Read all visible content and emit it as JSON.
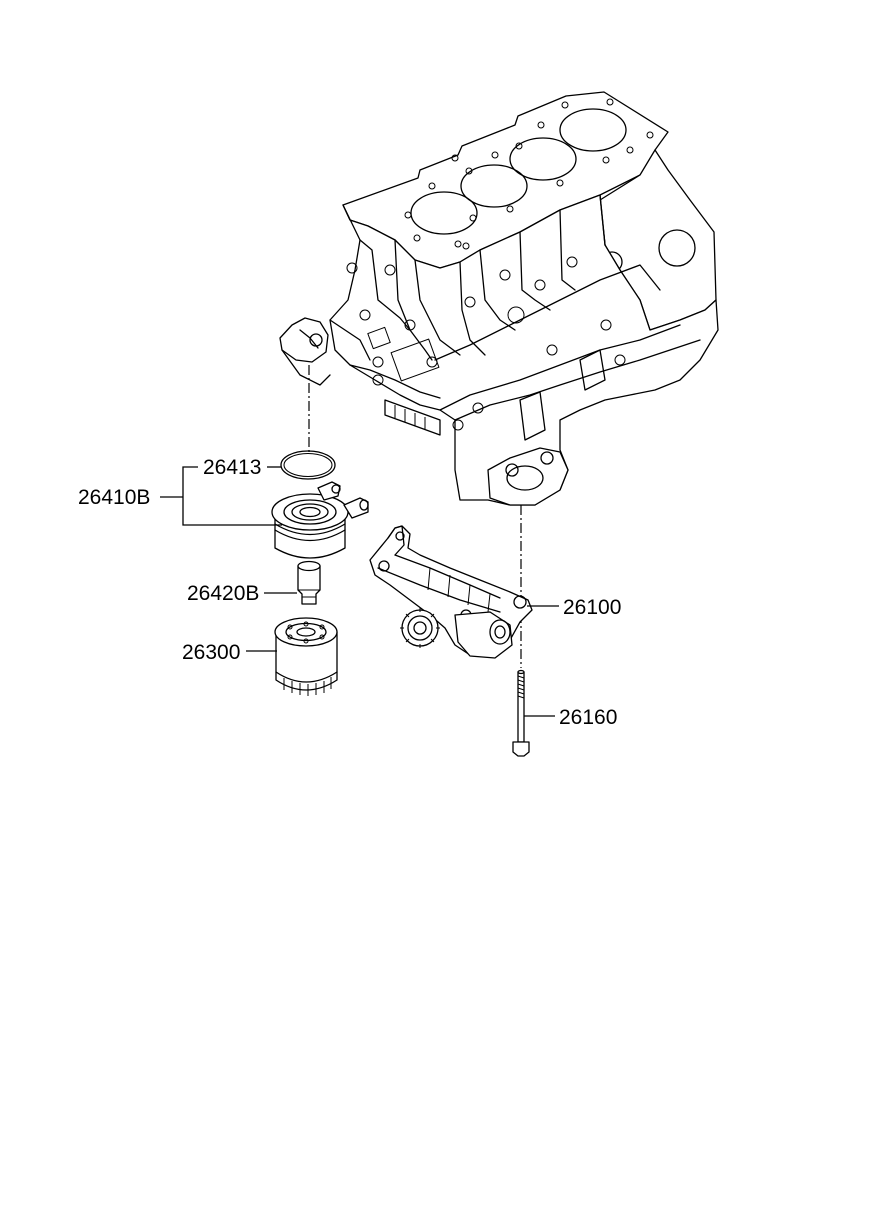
{
  "parts": {
    "gasket": {
      "number": "26413"
    },
    "cooler_assembly": {
      "number": "26410B"
    },
    "fitting": {
      "number": "26420B"
    },
    "oil_filter": {
      "number": "26300"
    },
    "oil_pump": {
      "number": "26100"
    },
    "bolt": {
      "number": "26160"
    }
  },
  "colors": {
    "line": "#000000",
    "background": "#ffffff"
  }
}
